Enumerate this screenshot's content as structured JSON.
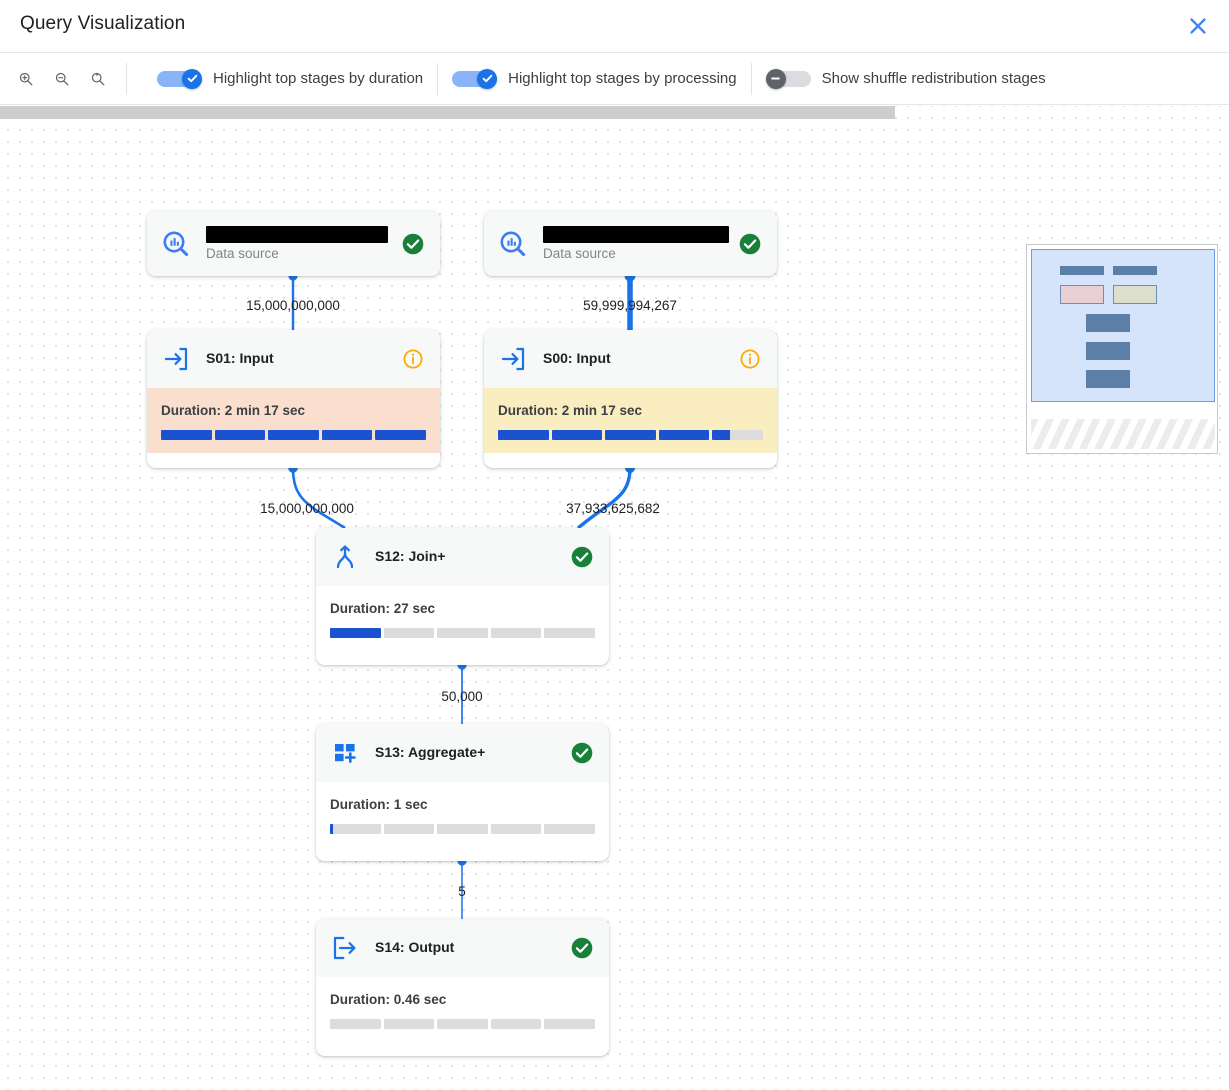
{
  "window": {
    "title": "Query Visualization",
    "close_icon": "close-icon"
  },
  "toolbar": {
    "zoom_in": "zoom-in-icon",
    "zoom_out": "zoom-out-icon",
    "zoom_reset": "zoom-reset-icon",
    "toggles": [
      {
        "label": "Highlight top stages by duration",
        "state": "on"
      },
      {
        "label": "Highlight top stages by processing",
        "state": "on"
      },
      {
        "label": "Show shuffle redistribution stages",
        "state": "off"
      }
    ]
  },
  "colors": {
    "accent": "#1a73e8",
    "toggle_on_track": "#8ab4f8",
    "toggle_off_track": "#dadce0",
    "toggle_off_knob": "#5f6368",
    "status_ok": "#188038",
    "status_info": "#f9ab00",
    "bar_fill": "#1b52d0",
    "bar_track": "#dcdcdc",
    "highlight_duration": "#fadfce",
    "highlight_processing": "#faeec0",
    "edge": "#1a73e8",
    "canvas_dot": "#e3e3e3"
  },
  "graph": {
    "nodes": [
      {
        "id": "ds-left",
        "kind": "datasource",
        "icon": "bigquery-datasource-icon",
        "name_redacted": true,
        "subtitle": "Data source",
        "status": "success"
      },
      {
        "id": "ds-right",
        "kind": "datasource",
        "icon": "bigquery-datasource-icon",
        "name_redacted": true,
        "subtitle": "Data source",
        "status": "success"
      },
      {
        "id": "s01",
        "kind": "stage",
        "icon": "input-arrow-icon",
        "title": "S01: Input",
        "status": "info",
        "highlight": "duration",
        "duration_label": "Duration: 2 min 17 sec",
        "duration_fraction": 1.0
      },
      {
        "id": "s00",
        "kind": "stage",
        "icon": "input-arrow-icon",
        "title": "S00: Input",
        "status": "info",
        "highlight": "processing",
        "duration_label": "Duration: 2 min 17 sec",
        "duration_fraction": 0.875
      },
      {
        "id": "s12",
        "kind": "stage",
        "icon": "join-icon",
        "title": "S12: Join+",
        "status": "success",
        "highlight": "none",
        "duration_label": "Duration: 27 sec",
        "duration_fraction": 0.2
      },
      {
        "id": "s13",
        "kind": "stage",
        "icon": "aggregate-icon",
        "title": "S13: Aggregate+",
        "status": "success",
        "highlight": "none",
        "duration_label": "Duration: 1 sec",
        "duration_fraction": 0.012
      },
      {
        "id": "s14",
        "kind": "stage",
        "icon": "output-arrow-icon",
        "title": "S14: Output",
        "status": "success",
        "highlight": "none",
        "duration_label": "Duration: 0.46 sec",
        "duration_fraction": 0.0
      }
    ],
    "edges": [
      {
        "from": "ds-left",
        "to": "s01",
        "label": "15,000,000,000"
      },
      {
        "from": "ds-right",
        "to": "s00",
        "label": "59,999,994,267"
      },
      {
        "from": "s01",
        "to": "s12",
        "label": "15,000,000,000"
      },
      {
        "from": "s00",
        "to": "s12",
        "label": "37,933,625,682"
      },
      {
        "from": "s12",
        "to": "s13",
        "label": "50,000"
      },
      {
        "from": "s13",
        "to": "s14",
        "label": "5"
      }
    ]
  },
  "minimap": {
    "name": "graph-minimap"
  }
}
